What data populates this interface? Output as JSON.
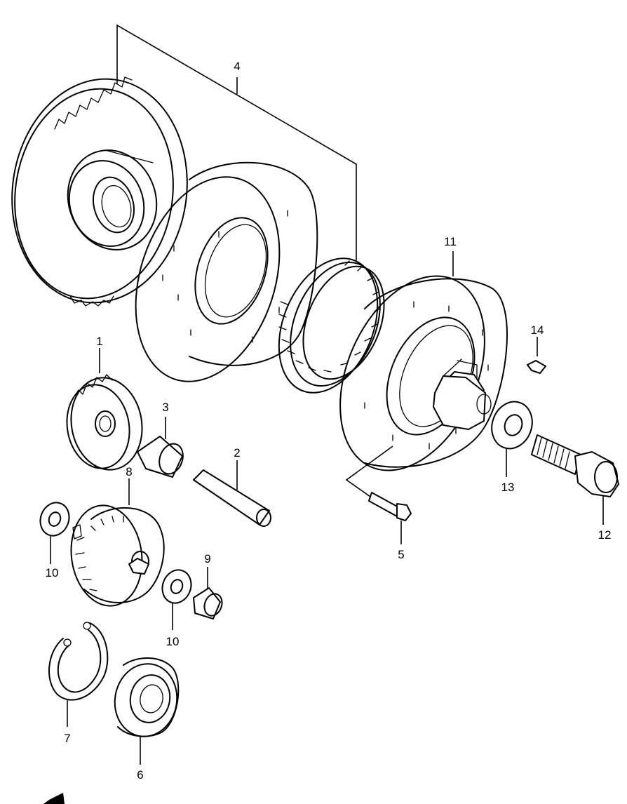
{
  "diagram": {
    "callouts": [
      {
        "id": "c4",
        "text": "4"
      },
      {
        "id": "c11",
        "text": "11"
      },
      {
        "id": "c14",
        "text": "14"
      },
      {
        "id": "c1",
        "text": "1"
      },
      {
        "id": "c3",
        "text": "3"
      },
      {
        "id": "c2",
        "text": "2"
      },
      {
        "id": "c8",
        "text": "8"
      },
      {
        "id": "c10a",
        "text": "10"
      },
      {
        "id": "c9",
        "text": "9"
      },
      {
        "id": "c10b",
        "text": "10"
      },
      {
        "id": "c13",
        "text": "13"
      },
      {
        "id": "c12",
        "text": "12"
      },
      {
        "id": "c5",
        "text": "5"
      },
      {
        "id": "c7",
        "text": "7"
      },
      {
        "id": "c6",
        "text": "6"
      }
    ]
  }
}
